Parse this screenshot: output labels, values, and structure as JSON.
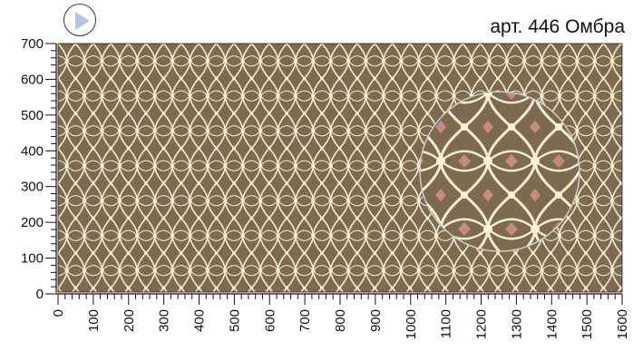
{
  "header": {
    "play_button_icon": "play-triangle-icon",
    "title": "арт. 446 Омбра"
  },
  "swatch": {
    "colors": {
      "background": "#7d6a50",
      "lattice": "#f5efcf",
      "knot": "#fbf5d3",
      "accent": "#c58a86"
    },
    "zoom_lens": true
  },
  "axes": {
    "y": {
      "range": [
        0,
        700
      ],
      "tick_labels": [
        "0",
        "100",
        "200",
        "300",
        "400",
        "500",
        "600",
        "700"
      ]
    },
    "x": {
      "range": [
        0,
        1600
      ],
      "tick_labels": [
        "0",
        "100",
        "200",
        "300",
        "400",
        "500",
        "600",
        "700",
        "800",
        "900",
        "1000",
        "1100",
        "1200",
        "1300",
        "1400",
        "1500",
        "1600"
      ]
    }
  }
}
